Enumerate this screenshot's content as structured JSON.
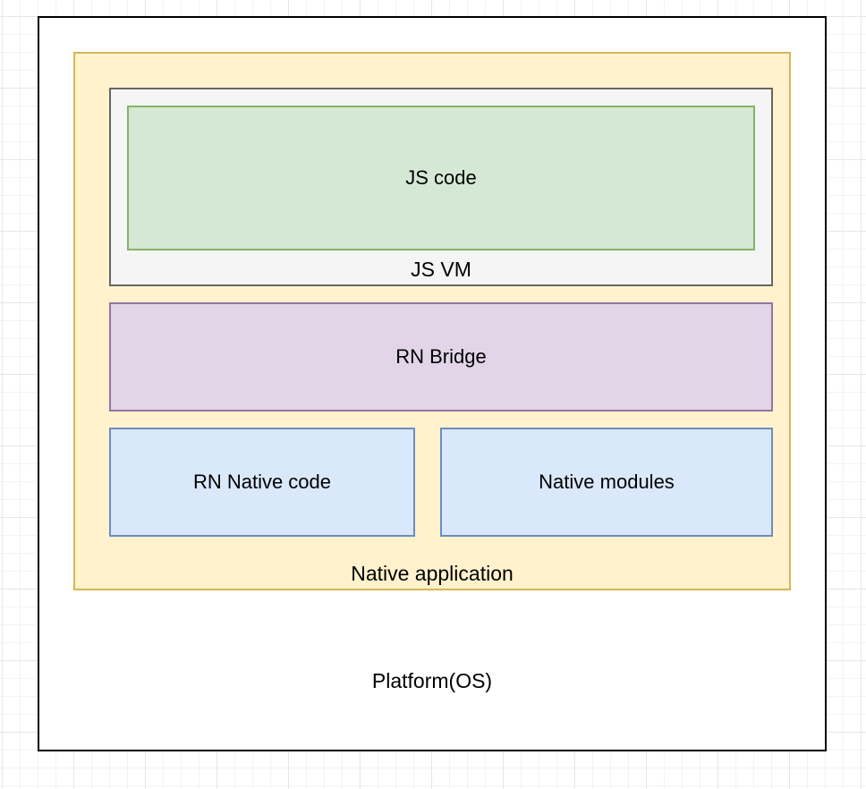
{
  "diagram": {
    "platform": {
      "label": "Platform(OS)",
      "fill": "#ffffff",
      "stroke": "#000000"
    },
    "native_application": {
      "label": "Native application",
      "fill": "#fff2cc",
      "stroke": "#d6b656"
    },
    "js_vm": {
      "label": "JS VM",
      "fill": "#f5f5f5",
      "stroke": "#666666"
    },
    "js_code": {
      "label": "JS code",
      "fill": "#d5e8d4",
      "stroke": "#82b366"
    },
    "rn_bridge": {
      "label": "RN Bridge",
      "fill": "#e1d5e7",
      "stroke": "#9673a6"
    },
    "rn_native_code": {
      "label": "RN Native code",
      "fill": "#dae8fc",
      "stroke": "#6c8ebf"
    },
    "native_modules": {
      "label": "Native modules",
      "fill": "#dae8fc",
      "stroke": "#6c8ebf"
    }
  }
}
